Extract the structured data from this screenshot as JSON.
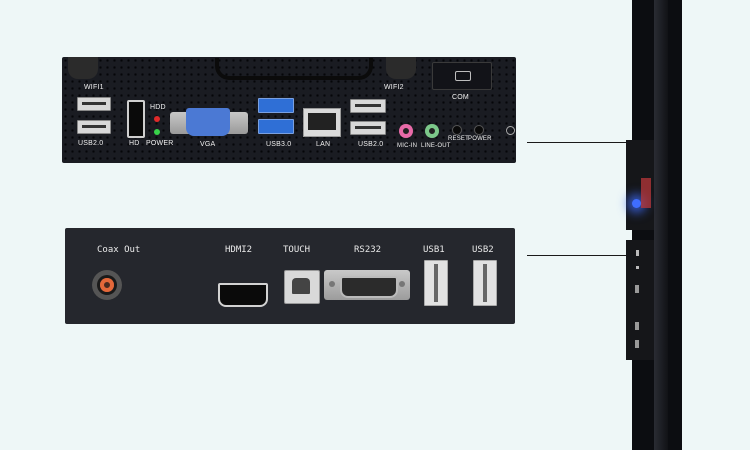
{
  "top_panel": {
    "labels": {
      "wifi1": "WIFI1",
      "usb20_left": "USB2.0",
      "hd": "HD",
      "hdd": "HDD",
      "power_led": "POWER",
      "vga": "VGA",
      "usb30": "USB3.0",
      "lan": "LAN",
      "usb20_right": "USB2.0",
      "wifi2": "WIFI2",
      "com": "COM",
      "mic_in": "MIC-IN",
      "line_out": "LINE-OUT",
      "reset": "RESET",
      "power": "POWER"
    }
  },
  "bottom_panel": {
    "labels": {
      "coax_out": "Coax Out",
      "hdmi2": "HDMI2",
      "touch": "TOUCH",
      "rs232": "RS232",
      "usb1": "USB1",
      "usb2": "USB2"
    }
  },
  "colors": {
    "background": "#eef7f7",
    "panel": "#1a1c22",
    "usb3_blue": "#2f6fd6",
    "vga_blue": "#4b79d4",
    "mic_pink": "#e86aa8",
    "line_green": "#7cc88a",
    "coax_orange": "#e4683a",
    "led_red": "#e02a2a",
    "led_green": "#38d24a",
    "power_led_blue": "#3f6dff"
  }
}
